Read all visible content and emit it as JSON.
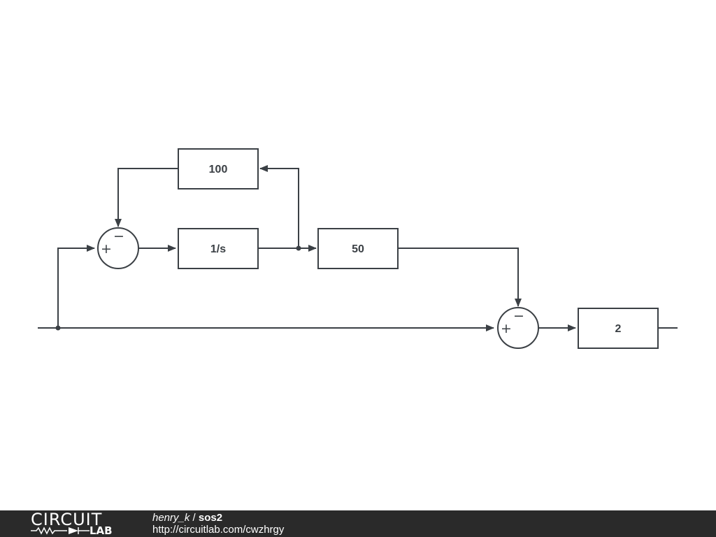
{
  "blocks": {
    "feedback_gain": "100",
    "integrator": "1/s",
    "forward_gain": "50",
    "output_gain": "2"
  },
  "summing_junctions": {
    "first": {
      "plus": "+",
      "minus": "−"
    },
    "second": {
      "plus": "+",
      "minus": "−"
    }
  },
  "footer": {
    "logo_top": "CIRCUIT",
    "logo_bottom": "LAB",
    "author": "henry_k",
    "separator": " / ",
    "title": "sos2",
    "url": "http://circuitlab.com/cwzhrgy"
  }
}
